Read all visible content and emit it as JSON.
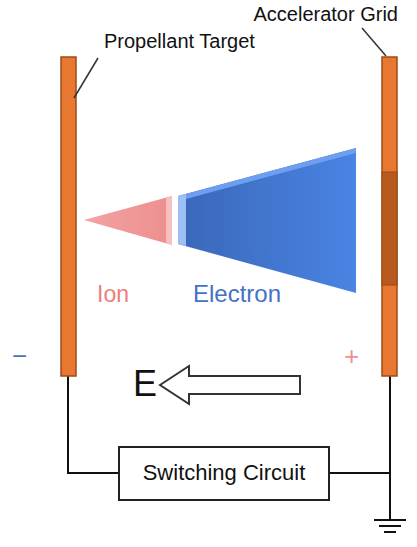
{
  "diagram": {
    "nodes": [
      {
        "text": [
          "Switching Circuit"
        ]
      }
    ],
    "labels": [
      "Accelerator Grid",
      "Propellant Target",
      "Ion",
      "Electron",
      "−",
      "+",
      "E"
    ]
  }
}
